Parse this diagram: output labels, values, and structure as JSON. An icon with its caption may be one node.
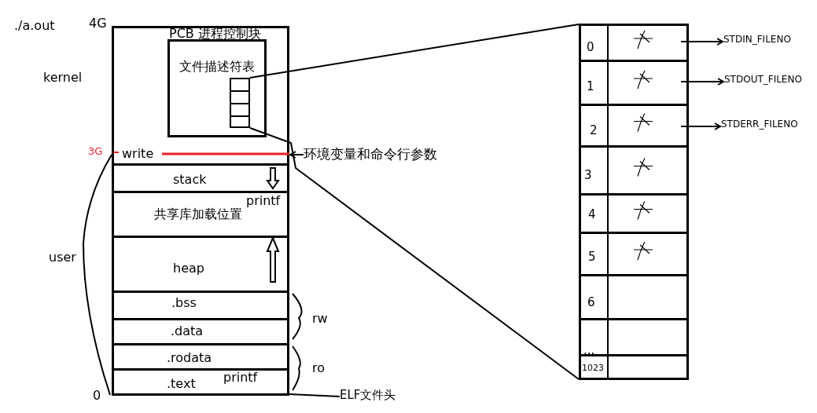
{
  "diagram": {
    "nodes": [
      {
        "text": [],
        "shape": "box"
      },
      {
        "text": [
          "PCB 进程控制块"
        ],
        "in": 0
      },
      {
        "text": [
          "文件描述符表"
        ],
        "in": 1
      },
      {
        "text": [
          "write"
        ],
        "in": 0
      },
      {
        "text": [
          "stack"
        ],
        "in": 0
      },
      {
        "text": [
          "printf",
          "共享库加载位置"
        ],
        "in": 0
      },
      {
        "text": [
          "heap"
        ],
        "in": 0
      },
      {
        "text": [
          ".bss"
        ],
        "in": 0
      },
      {
        "text": [
          ".data"
        ],
        "in": 0
      },
      {
        "text": [
          ".rodata"
        ],
        "in": 0
      },
      {
        "text": [
          ".text",
          "printf"
        ],
        "in": 0
      },
      {
        "text": [
          "环境变量和命令行参数"
        ]
      },
      {
        "text": [
          "ELF文件头"
        ]
      },
      {
        "text": [],
        "shape": "box"
      },
      {
        "text": [
          "0"
        ],
        "in": 13
      },
      {
        "text": [
          "1"
        ],
        "in": 13
      },
      {
        "text": [
          "2"
        ],
        "in": 13
      },
      {
        "text": [
          "3"
        ],
        "in": 13
      },
      {
        "text": [
          "4"
        ],
        "in": 13
      },
      {
        "text": [
          "5"
        ],
        "in": 13
      },
      {
        "text": [
          "6"
        ],
        "in": 13
      },
      {
        "text": [
          "..."
        ],
        "in": 13
      },
      {
        "text": [
          "1023"
        ],
        "in": 13
      },
      {
        "text": [
          "STDIN_FILENO"
        ]
      },
      {
        "text": [
          "STDOUT_FILENO"
        ]
      },
      {
        "text": [
          "STDERR_FILENO"
        ]
      }
    ],
    "edges": [
      {
        "from": 2,
        "to": 13,
        "arrow": "none"
      },
      {
        "from": 2,
        "to": 13,
        "arrow": "none"
      },
      {
        "from": 11,
        "to": 3,
        "arrow": "to"
      },
      {
        "from": 12,
        "to": 10,
        "arrow": "none"
      },
      {
        "from": 14,
        "to": 23,
        "arrow": "to"
      },
      {
        "from": 15,
        "to": 24,
        "arrow": "to"
      },
      {
        "from": 16,
        "to": 25,
        "arrow": "to"
      }
    ],
    "labels": [
      "./a.out",
      "4G",
      "kernel",
      "3G",
      "user",
      "rw",
      "ro",
      "0"
    ]
  }
}
